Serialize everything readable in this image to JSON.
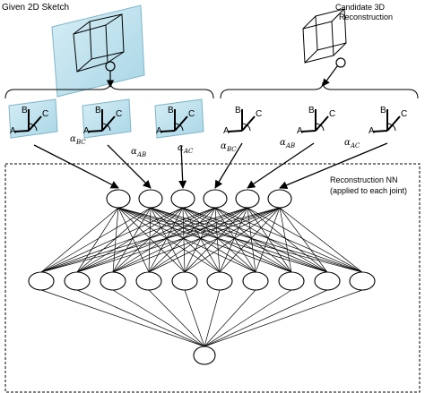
{
  "titles": {
    "sketch": "Given 2D Sketch",
    "candidate_line1": "Candidate  3D",
    "candidate_line2": "Reconstruction",
    "nn_line1": "Reconstruction NN",
    "nn_line2": "(applied to each joint)"
  },
  "joint_labels": {
    "a": "A",
    "b": "B",
    "c": "C"
  },
  "angle_symbol": "α",
  "angle_labels": [
    {
      "sub": "BC"
    },
    {
      "sub": "AB"
    },
    {
      "sub": "AC"
    },
    {
      "sub": "BC"
    },
    {
      "sub": "AB"
    },
    {
      "sub": "AC"
    }
  ],
  "colors": {
    "sketch_fill": "#bfe3ee",
    "sketch_edge": "#7fb6c8",
    "line": "#000000",
    "node_fill": "#ffffff"
  },
  "network": {
    "input_nodes": 6,
    "hidden_nodes": 10,
    "output_nodes": 1
  }
}
